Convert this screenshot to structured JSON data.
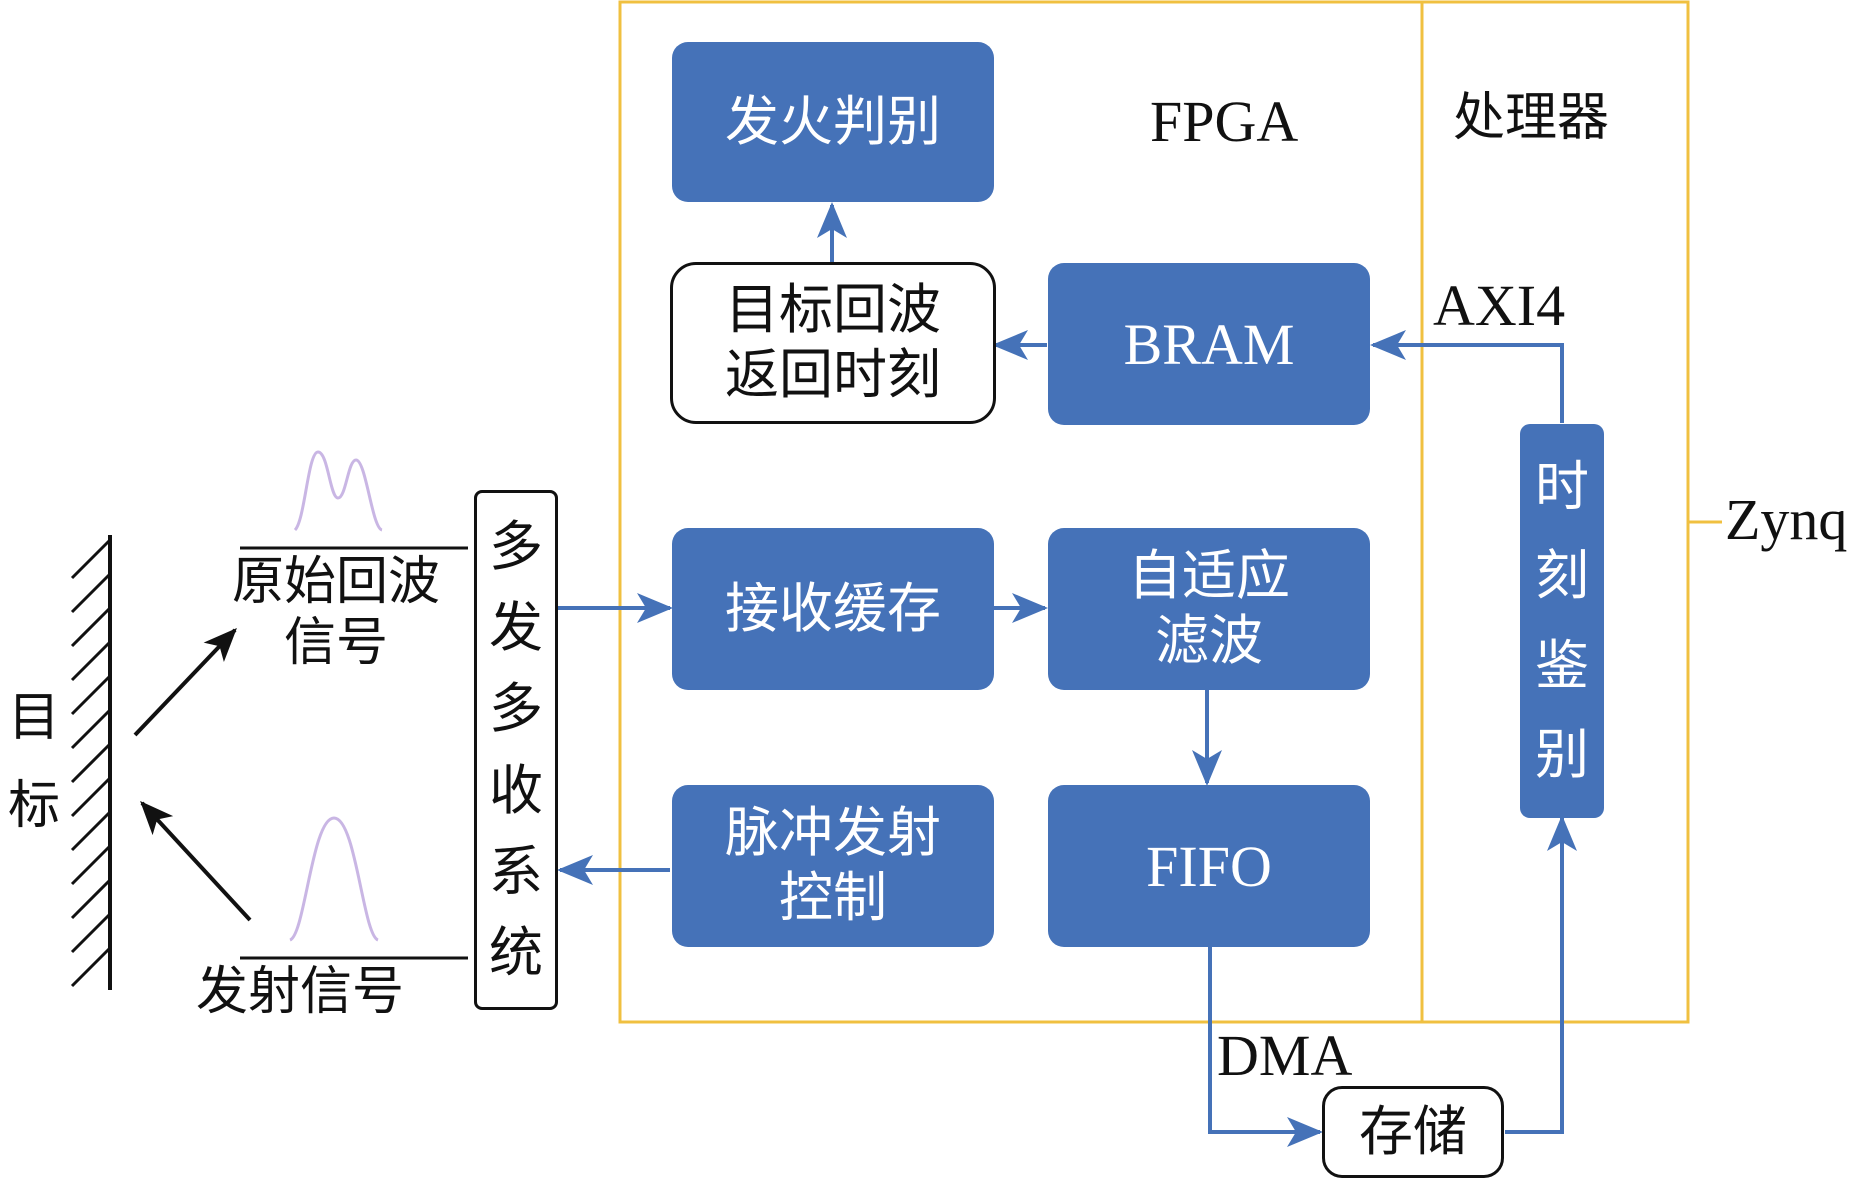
{
  "diagram": {
    "regions": {
      "fpga": "FPGA",
      "processor": "处理器",
      "zynq": "Zynq"
    },
    "blocks": {
      "fire_judge": "发火判别",
      "echo_time": [
        "目标回波",
        "返回时刻"
      ],
      "bram": "BRAM",
      "rx_buffer": "接收缓存",
      "adaptive_filter": [
        "自适应",
        "滤波"
      ],
      "pulse_control": [
        "脉冲发射",
        "控制"
      ],
      "fifo": "FIFO",
      "time_discrimination": [
        "时",
        "刻",
        "鉴",
        "别"
      ],
      "mimo_system": [
        "多",
        "发",
        "多",
        "收",
        "系",
        "统"
      ],
      "storage": "存储"
    },
    "labels": {
      "axi4": "AXI4",
      "dma": "DMA",
      "target": [
        "目",
        "标"
      ],
      "raw_echo": [
        "原始回波",
        "信号"
      ],
      "tx_signal": "发射信号"
    },
    "colors": {
      "block_fill": "#4572b8",
      "arrow": "#4572b8",
      "region_border": "#f0c040",
      "pulse": "#c9b6e4"
    }
  }
}
